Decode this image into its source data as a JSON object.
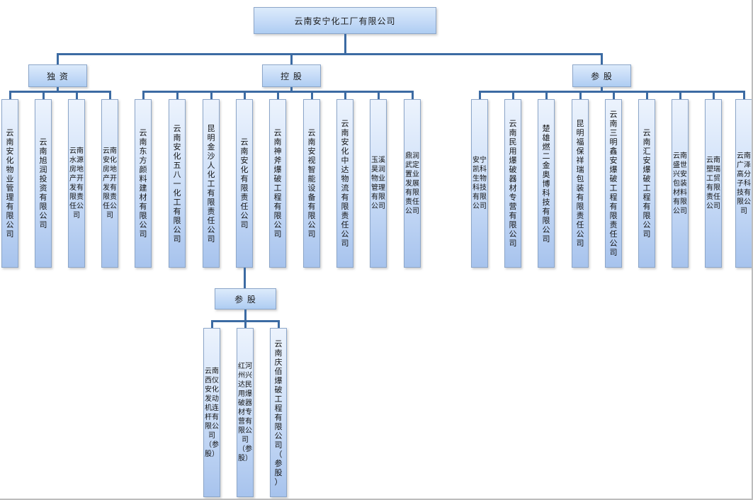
{
  "root": {
    "label": "云南安宁化工厂有限公司"
  },
  "branches": [
    {
      "label": "独 资",
      "children": [
        {
          "name": "云南安化物业管理有限公司",
          "cols": 1
        },
        {
          "name": "云南旭润投资有限公司",
          "cols": 1
        },
        {
          "name": "云南水源房地产开发有限责任公司",
          "cols": 2
        },
        {
          "name": "云南安化房地产开发有限责任公司",
          "cols": 2
        }
      ]
    },
    {
      "label": "控 股",
      "children": [
        {
          "name": "云南东方颜料建材有限公司",
          "cols": 1
        },
        {
          "name": "云南安化五八一化工有限公司",
          "cols": 1
        },
        {
          "name": "昆明金沙人化工有限责任公司",
          "cols": 1
        },
        {
          "name": "云南安化有限责任公司",
          "cols": 1
        },
        {
          "name": "云南神斧爆破工程有限公司",
          "cols": 1
        },
        {
          "name": "云南安视智能设备有限公司",
          "cols": 1
        },
        {
          "name": "云南安化中达物流有限责任公司",
          "cols": 1
        },
        {
          "name": "玉溪昊润物业管理有限公司",
          "cols": 2
        },
        {
          "name": "鼎润武定置业发展有限责任公司",
          "cols": 2
        }
      ]
    },
    {
      "label": "参 股",
      "children": [
        {
          "name": "安宁凯科生物科技有限公司",
          "cols": 2
        },
        {
          "name": "云南民用爆破器材专营有限公司",
          "cols": 1
        },
        {
          "name": "楚雄燃二金奥博科技有限公司",
          "cols": 1
        },
        {
          "name": "昆明福保祥瑞包装有限责任公司",
          "cols": 1
        },
        {
          "name": "云南三明鑫安爆破工程有限责任公司",
          "cols": 1
        },
        {
          "name": "云南汇安爆破工程有限公司",
          "cols": 1
        },
        {
          "name": "云南盛世兴安包装材料有限公司",
          "cols": 2
        },
        {
          "name": "云南塑瑞工贸有限责任公司",
          "cols": 2
        },
        {
          "name": "云南广泽高分子科技有限公司",
          "cols": 2
        }
      ]
    }
  ],
  "sub_branch": {
    "label": "参 股",
    "parent": "云南安化有限责任公司",
    "children": [
      {
        "name": "云南西仪安化发动机连杆有限公司\n（参股）",
        "cols": 2
      },
      {
        "name": "红河州兴达民用爆破器材专营有限公司\n（参股）",
        "cols": 2
      },
      {
        "name": "云南庆佰爆破工程有限公司（参股）",
        "cols": 1
      }
    ]
  },
  "colors": {
    "line": "#3c6ba3",
    "box_border": "#8ca6c9",
    "box_fill_top": "#ecf3fd",
    "box_fill_bottom": "#a7c3ed"
  }
}
